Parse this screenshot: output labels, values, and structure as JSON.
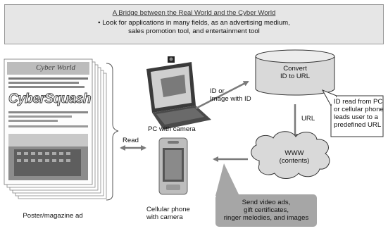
{
  "header": {
    "title": "A Bridge between the Real World and the Cyber World",
    "bullet": "• Look for applications in many fields, as an advertising medium,",
    "bullet_cont": "sales promotion tool, and entertainment tool"
  },
  "poster": {
    "title_text": "Cyber World",
    "headline": "CyberSquash",
    "caption": "Poster/magazine ad"
  },
  "labels": {
    "read": "Read",
    "pc_caption": "PC with camera",
    "id_image_line1": "ID or",
    "id_image_line2": "Image with ID",
    "convert_line1": "Convert",
    "convert_line2": "ID to URL",
    "url": "URL",
    "www_line1": "WWW",
    "www_line2": "(contents)",
    "phone_line1": "Cellular phone",
    "phone_line2": "with camera"
  },
  "callout_id": {
    "line1": "ID read from PC",
    "line2": "or cellular phone",
    "line3": "leads user to a",
    "line4": "predefined URL"
  },
  "callout_send": {
    "line1": "Send video ads,",
    "line2": "gift certificates,",
    "line3": "ringer melodies, and images"
  },
  "colors": {
    "header_bg": "#e6e6e6",
    "arrow": "#7a7a7a",
    "callout_gray": "#a6a6a6",
    "cylinder_fill": "#d9d9d9"
  }
}
